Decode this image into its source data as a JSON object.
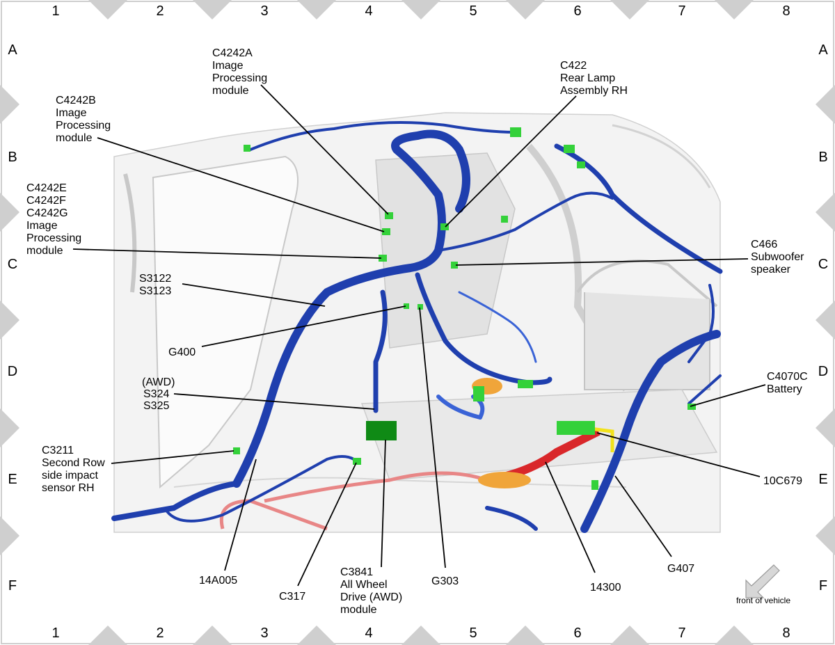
{
  "grid": {
    "columns": [
      "1",
      "2",
      "3",
      "4",
      "5",
      "6",
      "7",
      "8"
    ],
    "rows": [
      "A",
      "B",
      "C",
      "D",
      "E",
      "F"
    ]
  },
  "callouts": [
    {
      "id": "c4242a",
      "lines": [
        "C4242A",
        "Image",
        "Processing",
        "module"
      ]
    },
    {
      "id": "c4242b",
      "lines": [
        "C4242B",
        "Image",
        "Processing",
        "module"
      ]
    },
    {
      "id": "c4242efg",
      "lines": [
        "C4242E",
        "C4242F",
        "C4242G",
        "Image",
        "Processing",
        "module"
      ]
    },
    {
      "id": "c422",
      "lines": [
        "C422",
        "Rear Lamp",
        "Assembly RH"
      ]
    },
    {
      "id": "c466",
      "lines": [
        "C466",
        "Subwoofer",
        "speaker"
      ]
    },
    {
      "id": "s3122",
      "lines": [
        "S3122",
        "S3123"
      ]
    },
    {
      "id": "g400",
      "lines": [
        "G400"
      ]
    },
    {
      "id": "s324",
      "lines": [
        "(AWD)",
        "S324",
        "S325"
      ]
    },
    {
      "id": "c4070c",
      "lines": [
        "C4070C",
        "Battery"
      ]
    },
    {
      "id": "c3211",
      "lines": [
        "C3211",
        "Second Row",
        "side impact",
        "sensor RH"
      ]
    },
    {
      "id": "10c679",
      "lines": [
        "10C679"
      ]
    },
    {
      "id": "14a005",
      "lines": [
        "14A005"
      ]
    },
    {
      "id": "c317",
      "lines": [
        "C317"
      ]
    },
    {
      "id": "c3841",
      "lines": [
        "C3841",
        "All Wheel",
        "Drive (AWD)",
        "module"
      ]
    },
    {
      "id": "g303",
      "lines": [
        "G303"
      ]
    },
    {
      "id": "14300",
      "lines": [
        "14300"
      ]
    },
    {
      "id": "g407",
      "lines": [
        "G407"
      ]
    }
  ],
  "orientation": {
    "label": "front of vehicle"
  },
  "colors": {
    "harness": "#1f3fae",
    "harness_light": "#3a63d6",
    "connector": "#34d13a",
    "connector_dark": "#0f8a15",
    "power_cable": "#d9272a",
    "power_cable_light": "#e88686",
    "fuse_box": "#f0a53a",
    "yellow_wire": "#f2e21b",
    "body_panel": "#dcdcdc",
    "frame_marker": "#cfcfcf"
  },
  "icons": {
    "orientation_arrow": "arrow-icon"
  }
}
